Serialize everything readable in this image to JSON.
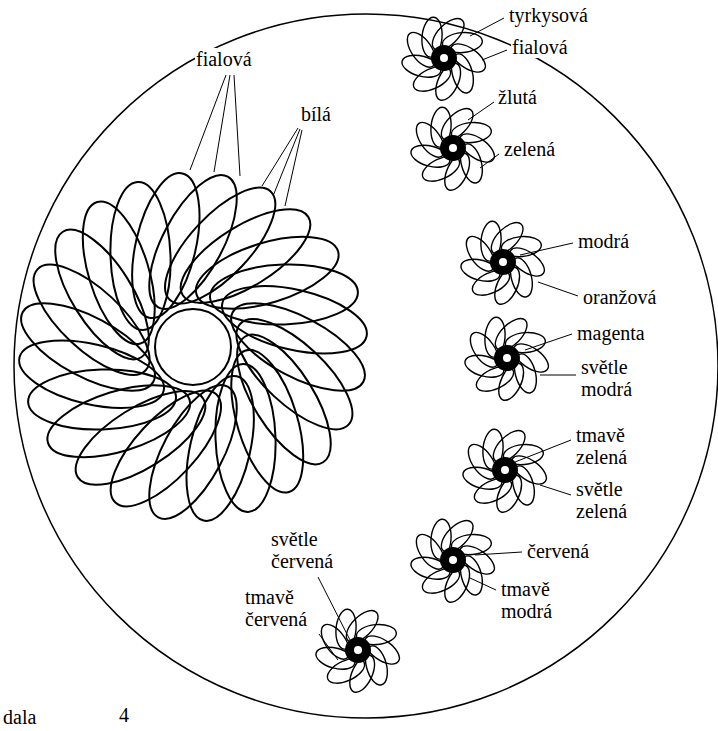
{
  "diagram": {
    "labels": [
      "tyrkysová",
      "fialová",
      "žlutá",
      "zelená",
      "fialová",
      "bílá",
      "modrá",
      "oranžová",
      "magenta",
      "světle modrá",
      "tmavě zelená",
      "světle zelená",
      "světle červená",
      "červená",
      "tmavě modrá",
      "tmavě červená",
      "dala",
      "4"
    ]
  }
}
